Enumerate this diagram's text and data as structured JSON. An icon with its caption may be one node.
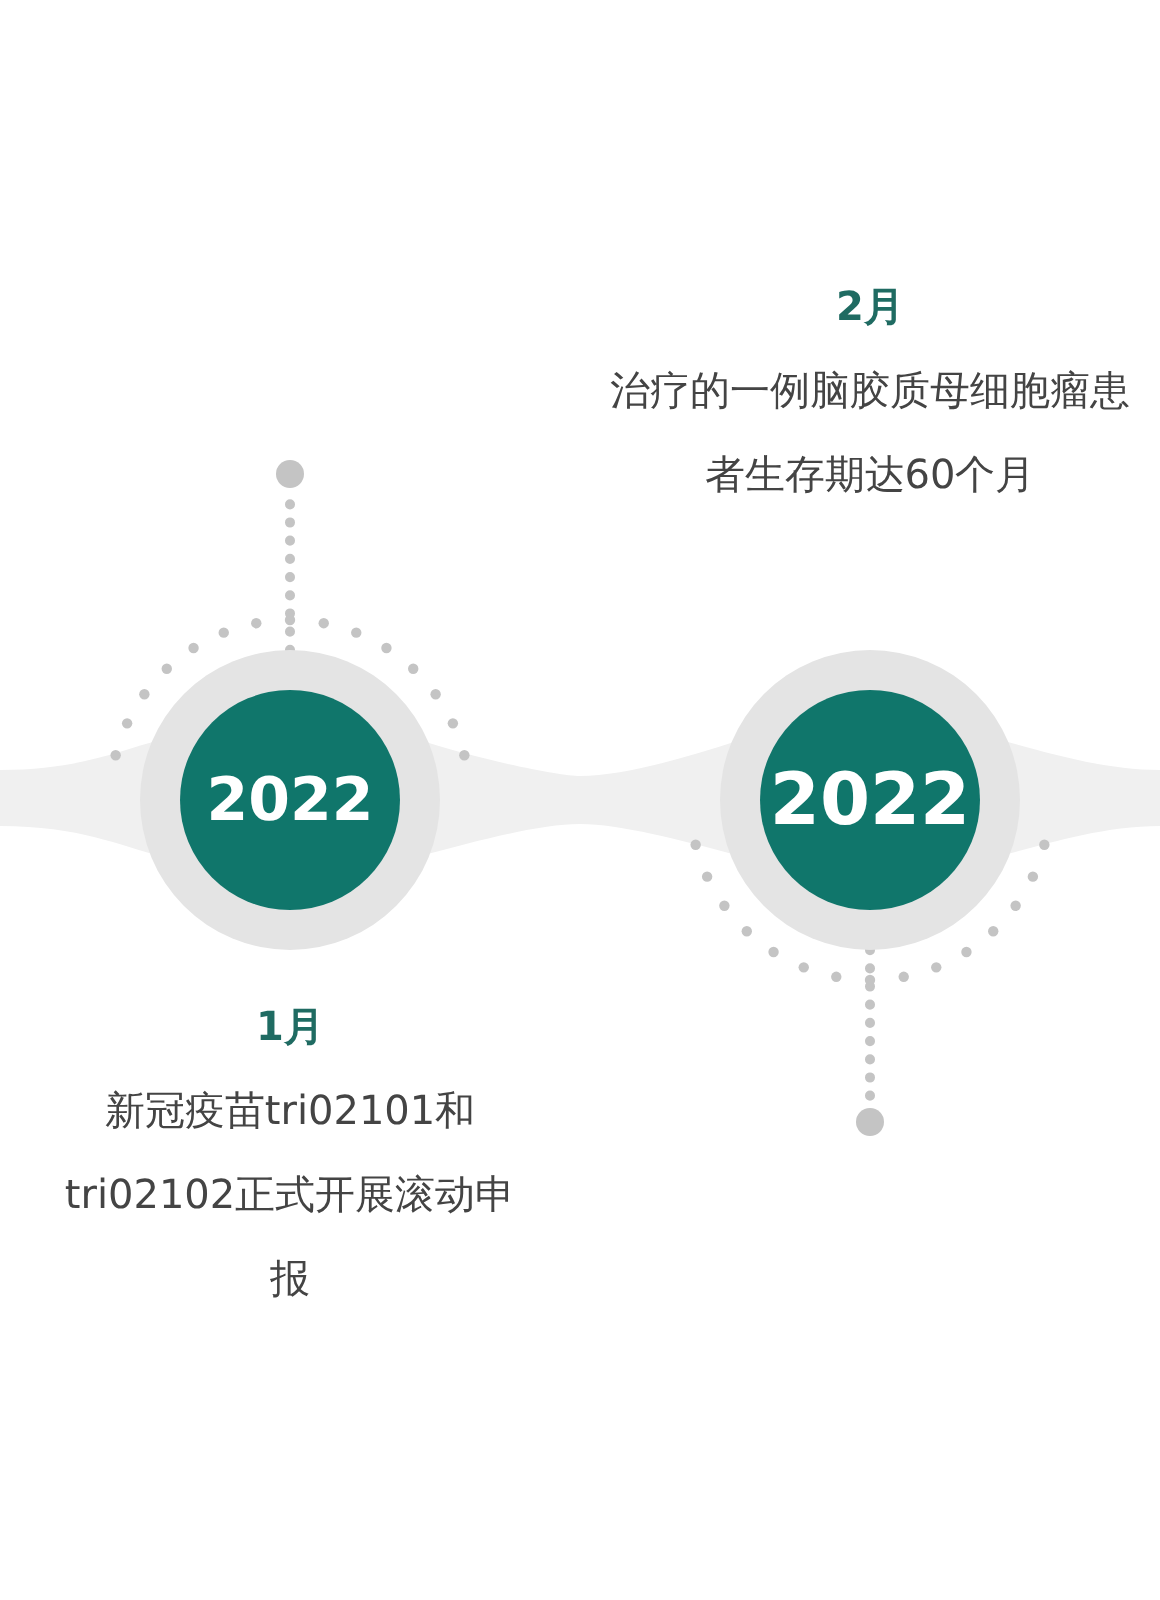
{
  "diagram": {
    "nodes": [
      {
        "text": [
          "2022"
        ],
        "beside": [
          "1月",
          "新冠疫苗tri02101和tri02102正式开展滚动申报"
        ]
      },
      {
        "text": [
          "2022"
        ],
        "beside": [
          "2月",
          "治疗的一例脑胶质母细胞瘤患者生存期达60个月"
        ]
      },
      {
        "text": [],
        "shape": "circle"
      },
      {
        "text": [],
        "shape": "circle"
      }
    ],
    "edges": [
      {
        "from": 0,
        "to": 2,
        "arrow": "none",
        "style": "dashed"
      },
      {
        "from": 1,
        "to": 3,
        "arrow": "none",
        "style": "dashed"
      }
    ]
  }
}
